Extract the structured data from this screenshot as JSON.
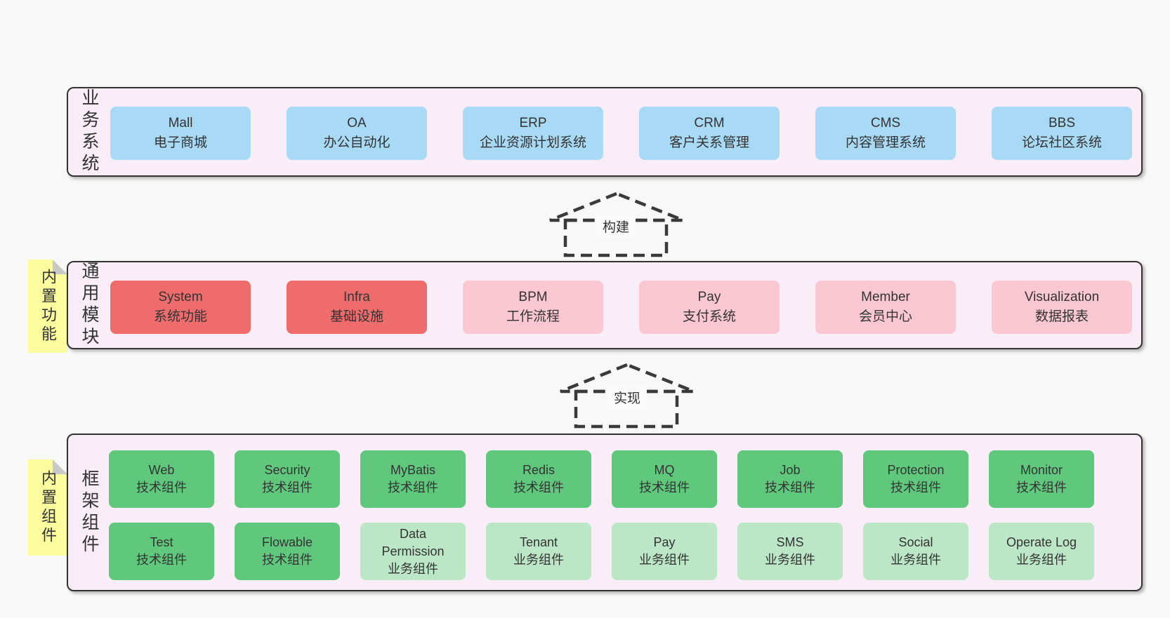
{
  "colors": {
    "canvas_bg": "#f8f8f8",
    "band_bg": "#f9eef7",
    "band_border": "#333333",
    "blue_box": "#a9daf5",
    "red_box": "#ee6c6c",
    "pink_box": "#fbc7d2",
    "green_box": "#5fc87c",
    "light_green_box": "#bce7c6",
    "tab_yellow": "#fbfc9e",
    "fold_gray": "#c8c8c8",
    "text": "#333333",
    "arrow_stroke": "#3a3a3a"
  },
  "arrows": [
    {
      "label": "构建"
    },
    {
      "label": "实现"
    }
  ],
  "bands": [
    {
      "label": "业务系统",
      "boxes": [
        {
          "name": "Mall",
          "desc": "电子商城",
          "variant": "blue"
        },
        {
          "name": "OA",
          "desc": "办公自动化",
          "variant": "blue"
        },
        {
          "name": "ERP",
          "desc": "企业资源计划系统",
          "variant": "blue"
        },
        {
          "name": "CRM",
          "desc": "客户关系管理",
          "variant": "blue"
        },
        {
          "name": "CMS",
          "desc": "内容管理系统",
          "variant": "blue"
        },
        {
          "name": "BBS",
          "desc": "论坛社区系统",
          "variant": "blue"
        }
      ]
    },
    {
      "label": "通用模块",
      "tab": "内置功能",
      "boxes": [
        {
          "name": "System",
          "desc": "系统功能",
          "variant": "red"
        },
        {
          "name": "Infra",
          "desc": "基础设施",
          "variant": "red"
        },
        {
          "name": "BPM",
          "desc": "工作流程",
          "variant": "pink"
        },
        {
          "name": "Pay",
          "desc": "支付系统",
          "variant": "pink"
        },
        {
          "name": "Member",
          "desc": "会员中心",
          "variant": "pink"
        },
        {
          "name": "Visualization",
          "desc": "数据报表",
          "variant": "pink"
        }
      ]
    },
    {
      "label": "框架组件",
      "tab": "内置组件",
      "rows": [
        [
          {
            "name": "Web",
            "desc": "技术组件",
            "variant": "green"
          },
          {
            "name": "Security",
            "desc": "技术组件",
            "variant": "green"
          },
          {
            "name": "MyBatis",
            "desc": "技术组件",
            "variant": "green"
          },
          {
            "name": "Redis",
            "desc": "技术组件",
            "variant": "green"
          },
          {
            "name": "MQ",
            "desc": "技术组件",
            "variant": "green"
          },
          {
            "name": "Job",
            "desc": "技术组件",
            "variant": "green"
          },
          {
            "name": "Protection",
            "desc": "技术组件",
            "variant": "green"
          },
          {
            "name": "Monitor",
            "desc": "技术组件",
            "variant": "green"
          }
        ],
        [
          {
            "name": "Test",
            "desc": "技术组件",
            "variant": "green"
          },
          {
            "name": "Flowable",
            "desc": "技术组件",
            "variant": "green"
          },
          {
            "name": "Data Permission",
            "desc": "业务组件",
            "variant": "lightgreen"
          },
          {
            "name": "Tenant",
            "desc": "业务组件",
            "variant": "lightgreen"
          },
          {
            "name": "Pay",
            "desc": "业务组件",
            "variant": "lightgreen"
          },
          {
            "name": "SMS",
            "desc": "业务组件",
            "variant": "lightgreen"
          },
          {
            "name": "Social",
            "desc": "业务组件",
            "variant": "lightgreen"
          },
          {
            "name": "Operate Log",
            "desc": "业务组件",
            "variant": "lightgreen"
          }
        ]
      ]
    }
  ]
}
